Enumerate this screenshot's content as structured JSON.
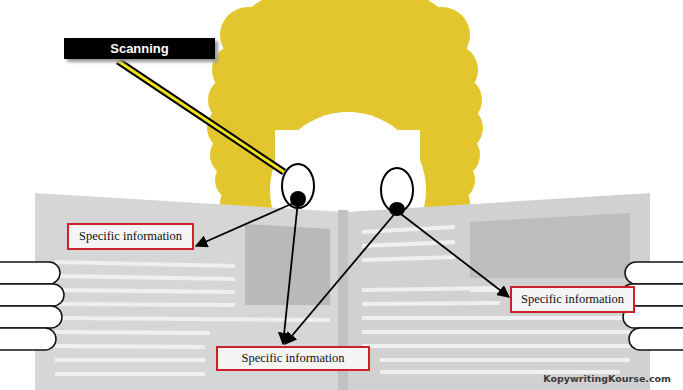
{
  "diagram": {
    "nodes": [
      {
        "text": [
          "Scanning"
        ]
      },
      {
        "text": [
          "Specific information"
        ]
      },
      {
        "text": [
          "Specific information"
        ]
      },
      {
        "text": [
          "Specific information"
        ]
      }
    ],
    "labels": [
      "KopywritingKourse.com"
    ]
  }
}
